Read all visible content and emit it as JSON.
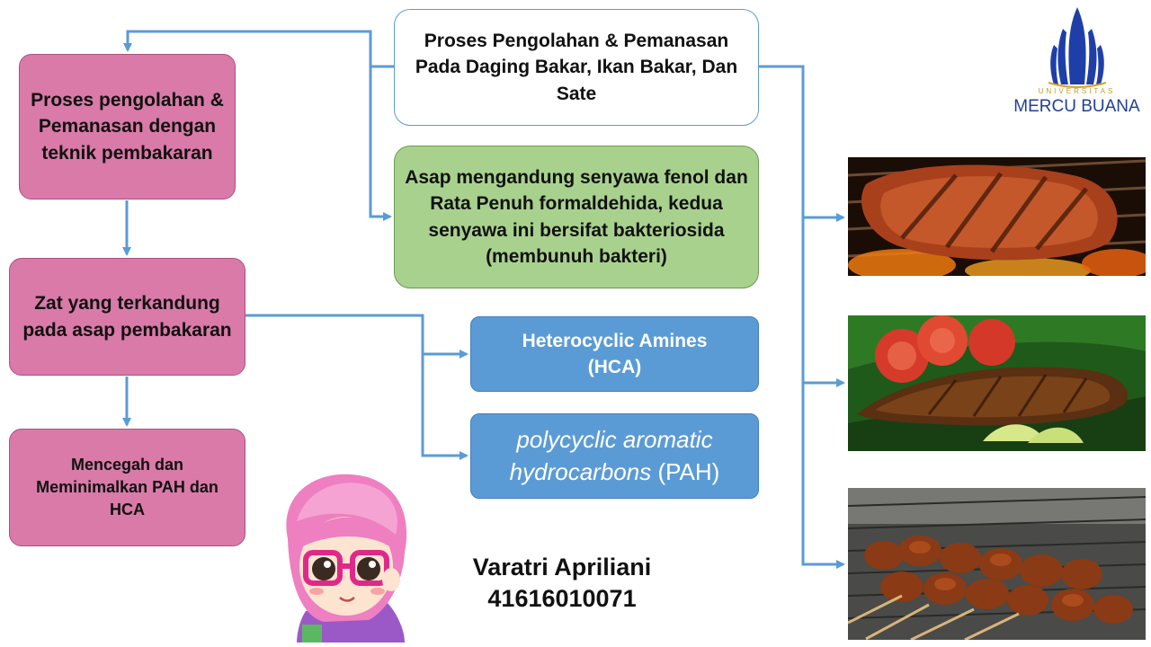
{
  "logo": {
    "top_text": "UNIVERSITAS",
    "bottom_text": "MERCU BUANA",
    "color": "#1f3f9a"
  },
  "nodes": {
    "proses_bakar": "Proses pengolahan & Pemanasan dengan teknik pembakaran",
    "zat_asap": "Zat yang terkandung pada asap pembakaran",
    "mencegah": "Mencegah dan Meminimalkan PAH dan HCA",
    "proses_daging": "Proses Pengolahan & Pemanasan Pada Daging Bakar, Ikan Bakar, Dan Sate",
    "asap_fenol": "Asap mengandung senyawa fenol dan Rata Penuh formaldehida, kedua senyawa ini bersifat bakteriosida (membunuh bakteri)",
    "hca_line1": "Heterocyclic Amines",
    "hca_line2": "(HCA)",
    "pah_italic_1": "polycyclic aromatic",
    "pah_italic_2": "hydrocarbons",
    "pah_suffix": "(PAH)"
  },
  "author": {
    "name": "Varatri Apriliani",
    "id": "41616010071"
  },
  "colors": {
    "pink": "#d97aa8",
    "green": "#a9d18e",
    "blue": "#5b9bd5",
    "arrow": "#5b9bd5"
  },
  "images": [
    "grilled-steak",
    "grilled-fish",
    "satay-skewers"
  ]
}
